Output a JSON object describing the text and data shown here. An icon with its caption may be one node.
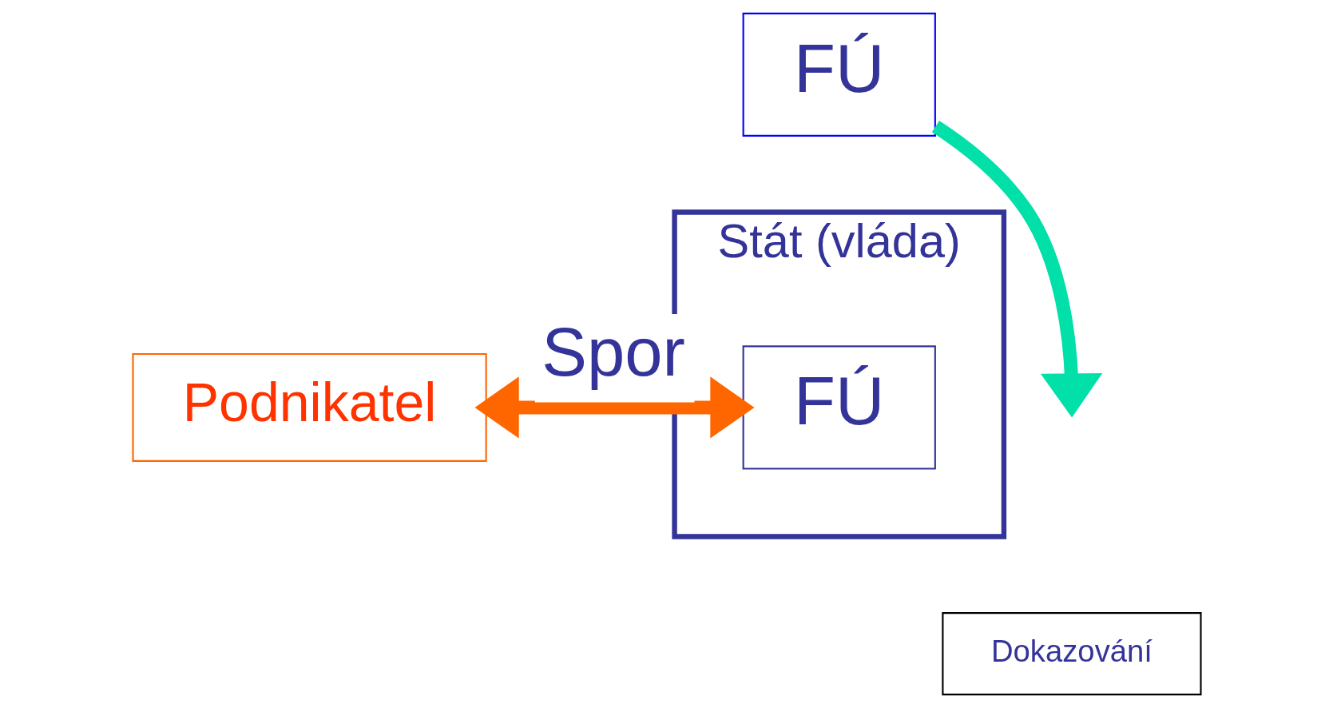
{
  "diagram": {
    "nodes": [
      {
        "text": [
          "FÚ"
        ]
      },
      {
        "text": [
          "Podnikatel"
        ]
      },
      {
        "text": [
          "Stát (vláda)"
        ]
      },
      {
        "text": [
          "FÚ"
        ],
        "in": 2
      },
      {
        "text": [
          "Dokazování"
        ]
      }
    ],
    "edges": [
      {
        "from": 1,
        "to": 3,
        "label": "Spor",
        "arrow": "both",
        "color": "#ff6600"
      },
      {
        "from": 0,
        "to": null,
        "arrow": "to",
        "color": "#00e0a8"
      }
    ]
  }
}
